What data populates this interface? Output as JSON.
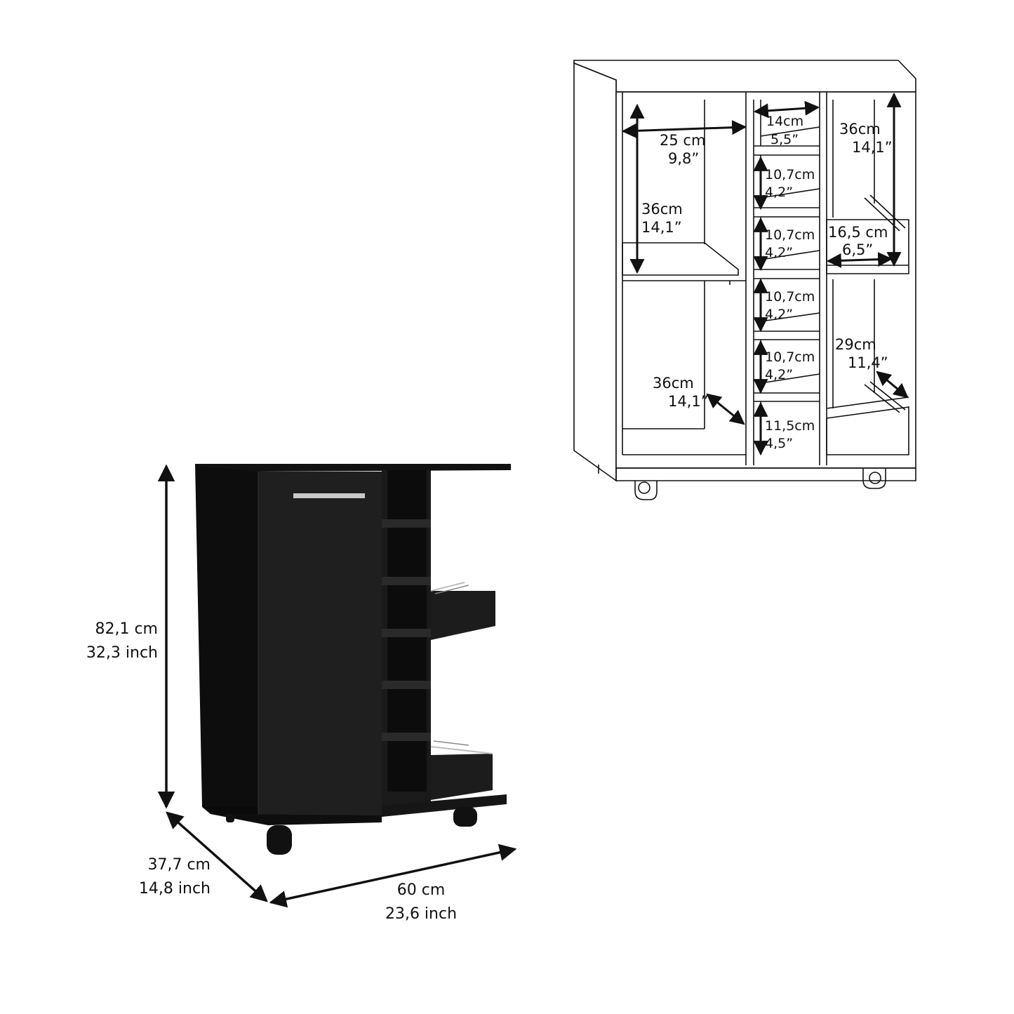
{
  "colors": {
    "ink": "#111111",
    "cabinet": "#1c1c1c",
    "cabinet_dark": "#0c0c0c",
    "paper": "#ffffff"
  },
  "overall": {
    "height_cm": "82,1 cm",
    "height_in": "32,3 inch",
    "depth_cm": "37,7 cm",
    "depth_in": "14,8 inch",
    "width_cm": "60 cm",
    "width_in": "23,6 inch"
  },
  "interior": {
    "left_width_cm": "25 cm",
    "left_width_in": "9,8”",
    "left_upper_h_cm": "36cm",
    "left_upper_h_in": "14,1”",
    "left_lower_d_cm": "36cm",
    "left_lower_d_in": "14,1”",
    "rack_width_cm": "14cm",
    "rack_width_in": "5,5”",
    "rack_cells": [
      {
        "cm": "10,7cm",
        "in": "4,2”"
      },
      {
        "cm": "10,7cm",
        "in": "4,2”"
      },
      {
        "cm": "10,7cm",
        "in": "4,2”"
      },
      {
        "cm": "10,7cm",
        "in": "4,2”"
      },
      {
        "cm": "11,5cm",
        "in": "4,5”"
      }
    ],
    "right_upper_h_cm": "36cm",
    "right_upper_h_in": "14,1”",
    "right_width_cm": "16,5 cm",
    "right_width_in": "6,5”",
    "right_lower_d_cm": "29cm",
    "right_lower_d_in": "11,4”"
  }
}
